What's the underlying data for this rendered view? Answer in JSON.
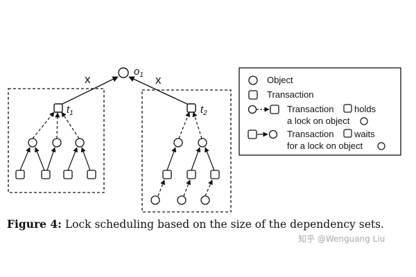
{
  "diagram": {
    "root_label": "o",
    "root_sub": "1",
    "edge_label_left": "x",
    "edge_label_right": "x",
    "left_tx_label": "t",
    "left_tx_sub": "1",
    "right_tx_label": "t",
    "right_tx_sub": "2"
  },
  "legend": {
    "object": "Object",
    "transaction": "Transaction",
    "holds_line1": "Transaction",
    "holds_line1_end": "holds",
    "holds_line2": "a lock on object",
    "waits_line1": "Transaction",
    "waits_line1_end": "waits",
    "waits_line2": "for a lock on object"
  },
  "caption": {
    "label": "Figure 4:",
    "text": "Lock scheduling based on the size of the dependency sets."
  },
  "watermark": "知乎 @Wenguang Liu"
}
